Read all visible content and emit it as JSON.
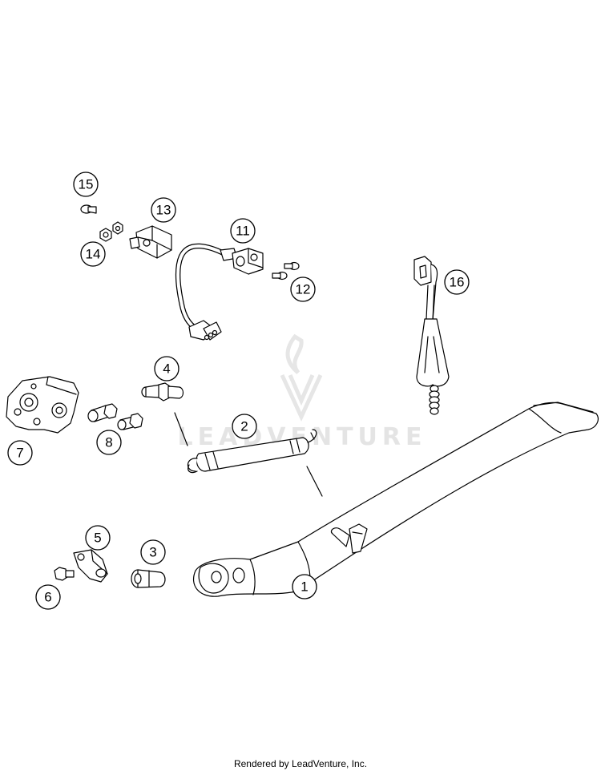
{
  "watermark": {
    "text": "LEADVENTURE"
  },
  "footer": {
    "text": "Rendered by LeadVenture, Inc."
  },
  "callouts": {
    "c1": "1",
    "c2": "2",
    "c3": "3",
    "c4": "4",
    "c5": "5",
    "c6": "6",
    "c7": "7",
    "c8": "8",
    "c11": "11",
    "c12": "12",
    "c13": "13",
    "c14": "14",
    "c15": "15",
    "c16": "16"
  }
}
